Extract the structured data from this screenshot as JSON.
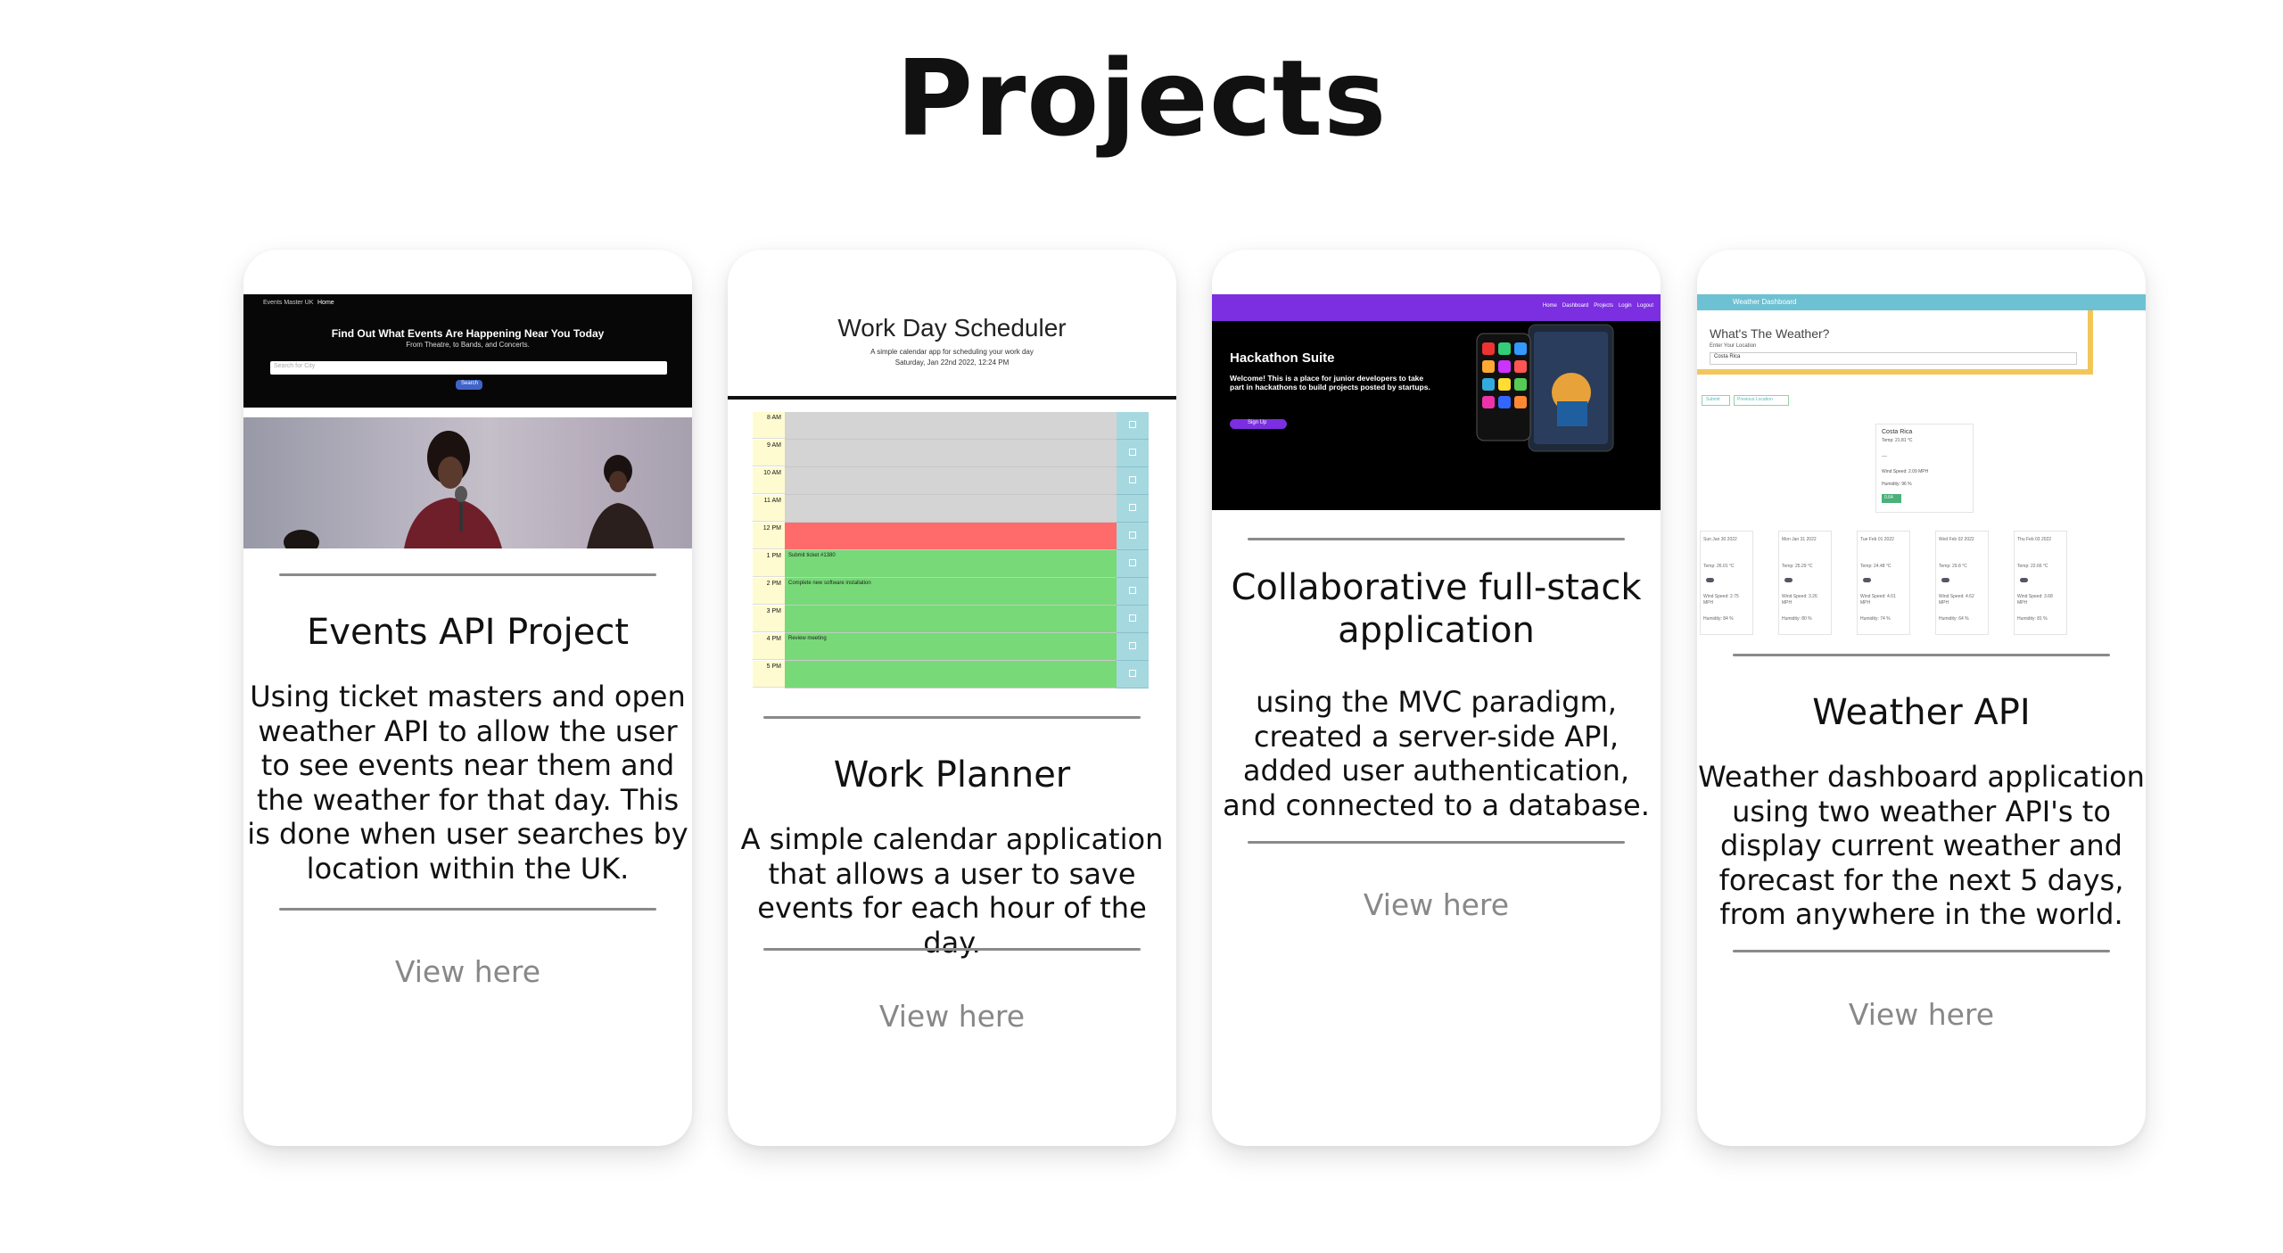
{
  "page": {
    "title": "Projects"
  },
  "projects": [
    {
      "title": "Events API Project",
      "description": "Using ticket masters and open weather API to allow the user to see events near them and the weather for that day. This is done when user searches by location within the UK.",
      "link_label": "View here",
      "preview": {
        "brand": "Events Master UK",
        "nav_home": "Home",
        "heading": "Find Out What Events Are Happening Near You Today",
        "subheading": "From Theatre, to Bands, and Concerts.",
        "search_placeholder": "Search for City",
        "search_button": "Search"
      }
    },
    {
      "title": "Work Planner",
      "description": "A simple calendar application that allows a user to save events for each hour of the day.",
      "link_label": "View here",
      "preview": {
        "heading": "Work Day Scheduler",
        "subheading": "A simple calendar app for scheduling your work day",
        "date": "Saturday, Jan 22nd 2022, 12:24 PM",
        "rows": [
          {
            "hour": "8 AM",
            "text": "",
            "state": "past"
          },
          {
            "hour": "9 AM",
            "text": "",
            "state": "past"
          },
          {
            "hour": "10 AM",
            "text": "",
            "state": "past"
          },
          {
            "hour": "11 AM",
            "text": "",
            "state": "past"
          },
          {
            "hour": "12 PM",
            "text": "",
            "state": "present"
          },
          {
            "hour": "1 PM",
            "text": "Submit ticket #1380",
            "state": "future"
          },
          {
            "hour": "2 PM",
            "text": "Complete new software installation",
            "state": "future"
          },
          {
            "hour": "3 PM",
            "text": "",
            "state": "future"
          },
          {
            "hour": "4 PM",
            "text": "Review meeting",
            "state": "future"
          },
          {
            "hour": "5 PM",
            "text": "",
            "state": "future"
          }
        ]
      }
    },
    {
      "title": "Collaborative full-stack application",
      "description": "using the MVC paradigm, created a server-side API, added user authentication, and connected to a database.",
      "link_label": "View here",
      "preview": {
        "nav": [
          "Home",
          "Dashboard",
          "Projects",
          "Login",
          "Logout"
        ],
        "heading": "Hackathon Suite",
        "body": "Welcome! This is a place for junior developers to take part in hackathons to build projects posted by startups.",
        "cta": "Sign Up"
      }
    },
    {
      "title": "Weather API",
      "description": "Weather dashboard application using two weather API's to display current weather and forecast for the next 5 days, from anywhere in the world.",
      "link_label": "View here",
      "preview": {
        "nav": "Weather Dashboard",
        "question": "What's The Weather?",
        "label": "Enter Your Location",
        "input_value": "Costa Rica",
        "submit": "Submit",
        "previous": "Previous Location",
        "current": {
          "city": "Costa Rica",
          "temp": "Temp: 21.81 °C",
          "wind": "Wind Speed: 2.09 MPH",
          "humidity": "Humidity: 96 %",
          "uv": "0.64"
        },
        "forecast": [
          {
            "date": "Sun Jan 30 2022",
            "temp": "Temp: 26.01 °C",
            "wind": "Wind Speed: 2.75 MPH",
            "humidity": "Humidity: 84 %"
          },
          {
            "date": "Mon Jan 31 2022",
            "temp": "Temp: 25.29 °C",
            "wind": "Wind Speed: 3.26 MPH",
            "humidity": "Humidity: 80 %"
          },
          {
            "date": "Tue Feb 01 2022",
            "temp": "Temp: 24.48 °C",
            "wind": "Wind Speed: 4.01 MPH",
            "humidity": "Humidity: 74 %"
          },
          {
            "date": "Wed Feb 02 2022",
            "temp": "Temp: 29.8 °C",
            "wind": "Wind Speed: 4.62 MPH",
            "humidity": "Humidity: 64 %"
          },
          {
            "date": "Thu Feb 03 2022",
            "temp": "Temp: 22.66 °C",
            "wind": "Wind Speed: 3.68 MPH",
            "humidity": "Humidity: 81 %"
          }
        ]
      }
    }
  ],
  "colors": {
    "divider": "#8a8a8a",
    "link": "#888888",
    "hackathon_purple": "#7b2fe0",
    "weather_teal": "#6ec1d2",
    "weather_yellow": "#f3c65a"
  }
}
